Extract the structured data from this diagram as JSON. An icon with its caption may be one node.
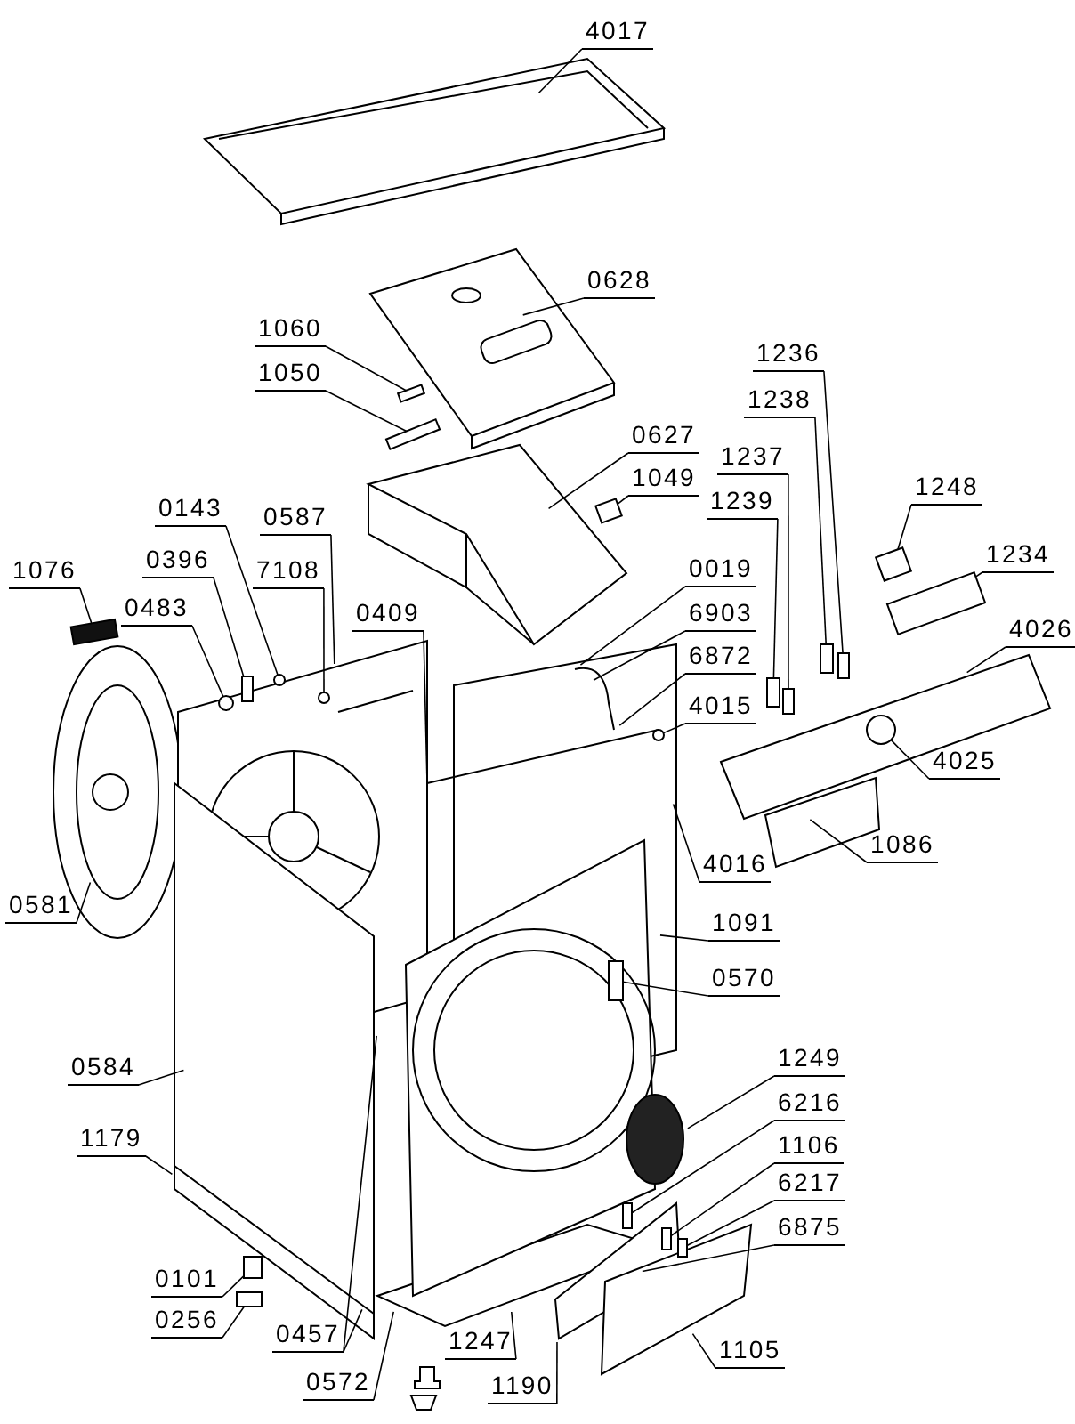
{
  "diagram": {
    "nodes": [
      {
        "text": [
          "4017"
        ]
      },
      {
        "text": [
          "0628"
        ]
      },
      {
        "text": [
          "1060"
        ]
      },
      {
        "text": [
          "1050"
        ]
      },
      {
        "text": [
          "1236"
        ]
      },
      {
        "text": [
          "1238"
        ]
      },
      {
        "text": [
          "0627"
        ]
      },
      {
        "text": [
          "1237"
        ]
      },
      {
        "text": [
          "1049"
        ]
      },
      {
        "text": [
          "1248"
        ]
      },
      {
        "text": [
          "1239"
        ]
      },
      {
        "text": [
          "0143"
        ]
      },
      {
        "text": [
          "0587"
        ]
      },
      {
        "text": [
          "0396"
        ]
      },
      {
        "text": [
          "1076"
        ]
      },
      {
        "text": [
          "7108"
        ]
      },
      {
        "text": [
          "1234"
        ]
      },
      {
        "text": [
          "0019"
        ]
      },
      {
        "text": [
          "0483"
        ]
      },
      {
        "text": [
          "0409"
        ]
      },
      {
        "text": [
          "6903"
        ]
      },
      {
        "text": [
          "4026"
        ]
      },
      {
        "text": [
          "6872"
        ]
      },
      {
        "text": [
          "4015"
        ]
      },
      {
        "text": [
          "4025"
        ]
      },
      {
        "text": [
          "1086"
        ]
      },
      {
        "text": [
          "4016"
        ]
      },
      {
        "text": [
          "0581"
        ]
      },
      {
        "text": [
          "1091"
        ]
      },
      {
        "text": [
          "0570"
        ]
      },
      {
        "text": [
          "1249"
        ]
      },
      {
        "text": [
          "0584"
        ]
      },
      {
        "text": [
          "6216"
        ]
      },
      {
        "text": [
          "1179"
        ]
      },
      {
        "text": [
          "1106"
        ]
      },
      {
        "text": [
          "6217"
        ]
      },
      {
        "text": [
          "6875"
        ]
      },
      {
        "text": [
          "0101"
        ]
      },
      {
        "text": [
          "0256"
        ]
      },
      {
        "text": [
          "0457"
        ]
      },
      {
        "text": [
          "1247"
        ]
      },
      {
        "text": [
          "1105"
        ]
      },
      {
        "text": [
          "0572"
        ]
      },
      {
        "text": [
          "1190"
        ]
      },
      {
        "text": [],
        "shape": "box"
      },
      {
        "text": [],
        "shape": "box"
      },
      {
        "text": [],
        "shape": "box"
      },
      {
        "text": [],
        "shape": "box"
      },
      {
        "text": [],
        "shape": "box"
      },
      {
        "text": [],
        "shape": "box"
      },
      {
        "text": [],
        "shape": "box"
      },
      {
        "text": [],
        "shape": "box"
      },
      {
        "text": [],
        "shape": "circle"
      },
      {
        "text": [],
        "shape": "box"
      },
      {
        "text": [],
        "shape": "circle"
      },
      {
        "text": [],
        "shape": "circle"
      },
      {
        "text": [],
        "shape": "circle"
      },
      {
        "text": [],
        "shape": "circle"
      },
      {
        "text": [],
        "shape": "box"
      },
      {
        "text": [],
        "shape": "box"
      },
      {
        "text": [],
        "shape": "box"
      },
      {
        "text": [],
        "shape": "box"
      },
      {
        "text": [],
        "shape": "box"
      },
      {
        "text": [],
        "shape": "box"
      },
      {
        "text": [],
        "shape": "box"
      },
      {
        "text": [],
        "shape": "box"
      }
    ],
    "edges": [
      {
        "from": 0,
        "to": null,
        "arrow": "none"
      },
      {
        "from": 1,
        "to": null,
        "arrow": "none"
      },
      {
        "from": 2,
        "to": 44,
        "arrow": "none"
      },
      {
        "from": 3,
        "to": 45,
        "arrow": "none"
      },
      {
        "from": 4,
        "to": 46,
        "arrow": "none"
      },
      {
        "from": 5,
        "to": 47,
        "arrow": "none"
      },
      {
        "from": 6,
        "to": null,
        "arrow": "none"
      },
      {
        "from": 7,
        "to": 48,
        "arrow": "none"
      },
      {
        "from": 8,
        "to": 50,
        "arrow": "none"
      },
      {
        "from": 9,
        "to": 51,
        "arrow": "none"
      },
      {
        "from": 10,
        "to": 49,
        "arrow": "none"
      },
      {
        "from": 11,
        "to": 52,
        "arrow": "none"
      },
      {
        "from": 12,
        "to": null,
        "arrow": "none"
      },
      {
        "from": 13,
        "to": 53,
        "arrow": "none"
      },
      {
        "from": 14,
        "to": 60,
        "arrow": "none"
      },
      {
        "from": 15,
        "to": 54,
        "arrow": "none"
      },
      {
        "from": 16,
        "to": 61,
        "arrow": "none"
      },
      {
        "from": 17,
        "to": null,
        "arrow": "none"
      },
      {
        "from": 18,
        "to": 55,
        "arrow": "none"
      },
      {
        "from": 19,
        "to": null,
        "arrow": "none"
      },
      {
        "from": 20,
        "to": null,
        "arrow": "none"
      },
      {
        "from": 21,
        "to": null,
        "arrow": "none"
      },
      {
        "from": 22,
        "to": null,
        "arrow": "none"
      },
      {
        "from": 23,
        "to": 56,
        "arrow": "none"
      },
      {
        "from": 24,
        "to": 57,
        "arrow": "none"
      },
      {
        "from": 25,
        "to": null,
        "arrow": "none"
      },
      {
        "from": 26,
        "to": null,
        "arrow": "none"
      },
      {
        "from": 27,
        "to": null,
        "arrow": "none"
      },
      {
        "from": 28,
        "to": null,
        "arrow": "none"
      },
      {
        "from": 29,
        "to": 65,
        "arrow": "none"
      },
      {
        "from": 30,
        "to": null,
        "arrow": "none"
      },
      {
        "from": 31,
        "to": null,
        "arrow": "none"
      },
      {
        "from": 32,
        "to": 62,
        "arrow": "none"
      },
      {
        "from": 33,
        "to": null,
        "arrow": "none"
      },
      {
        "from": 34,
        "to": 63,
        "arrow": "none"
      },
      {
        "from": 35,
        "to": 64,
        "arrow": "none"
      },
      {
        "from": 36,
        "to": null,
        "arrow": "none"
      },
      {
        "from": 37,
        "to": 58,
        "arrow": "none"
      },
      {
        "from": 38,
        "to": 59,
        "arrow": "none"
      },
      {
        "from": 39,
        "to": null,
        "arrow": "none"
      },
      {
        "from": 39,
        "to": null,
        "arrow": "none"
      },
      {
        "from": 40,
        "to": null,
        "arrow": "none"
      },
      {
        "from": 41,
        "to": null,
        "arrow": "none"
      },
      {
        "from": 42,
        "to": null,
        "arrow": "none"
      },
      {
        "from": 43,
        "to": null,
        "arrow": "none"
      }
    ]
  }
}
